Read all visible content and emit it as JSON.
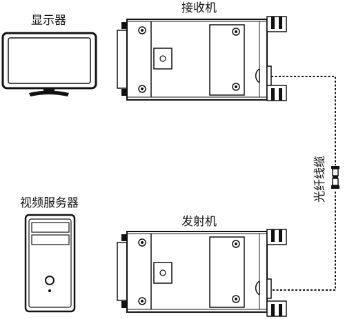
{
  "labels": {
    "monitor": "显示器",
    "receiver": "接收机",
    "video_server": "视频服务器",
    "transmitter": "发射机",
    "fiber_cable": "光纤线缆"
  },
  "colors": {
    "stroke": "#111111",
    "fill": "#ffffff",
    "dark": "#111111"
  },
  "icons": {
    "monitor": "monitor-icon",
    "computer_tower": "computer-tower-icon",
    "receiver_unit": "receiver-device-icon",
    "transmitter_unit": "transmitter-device-icon",
    "fiber_connector": "fiber-connector-icon"
  }
}
